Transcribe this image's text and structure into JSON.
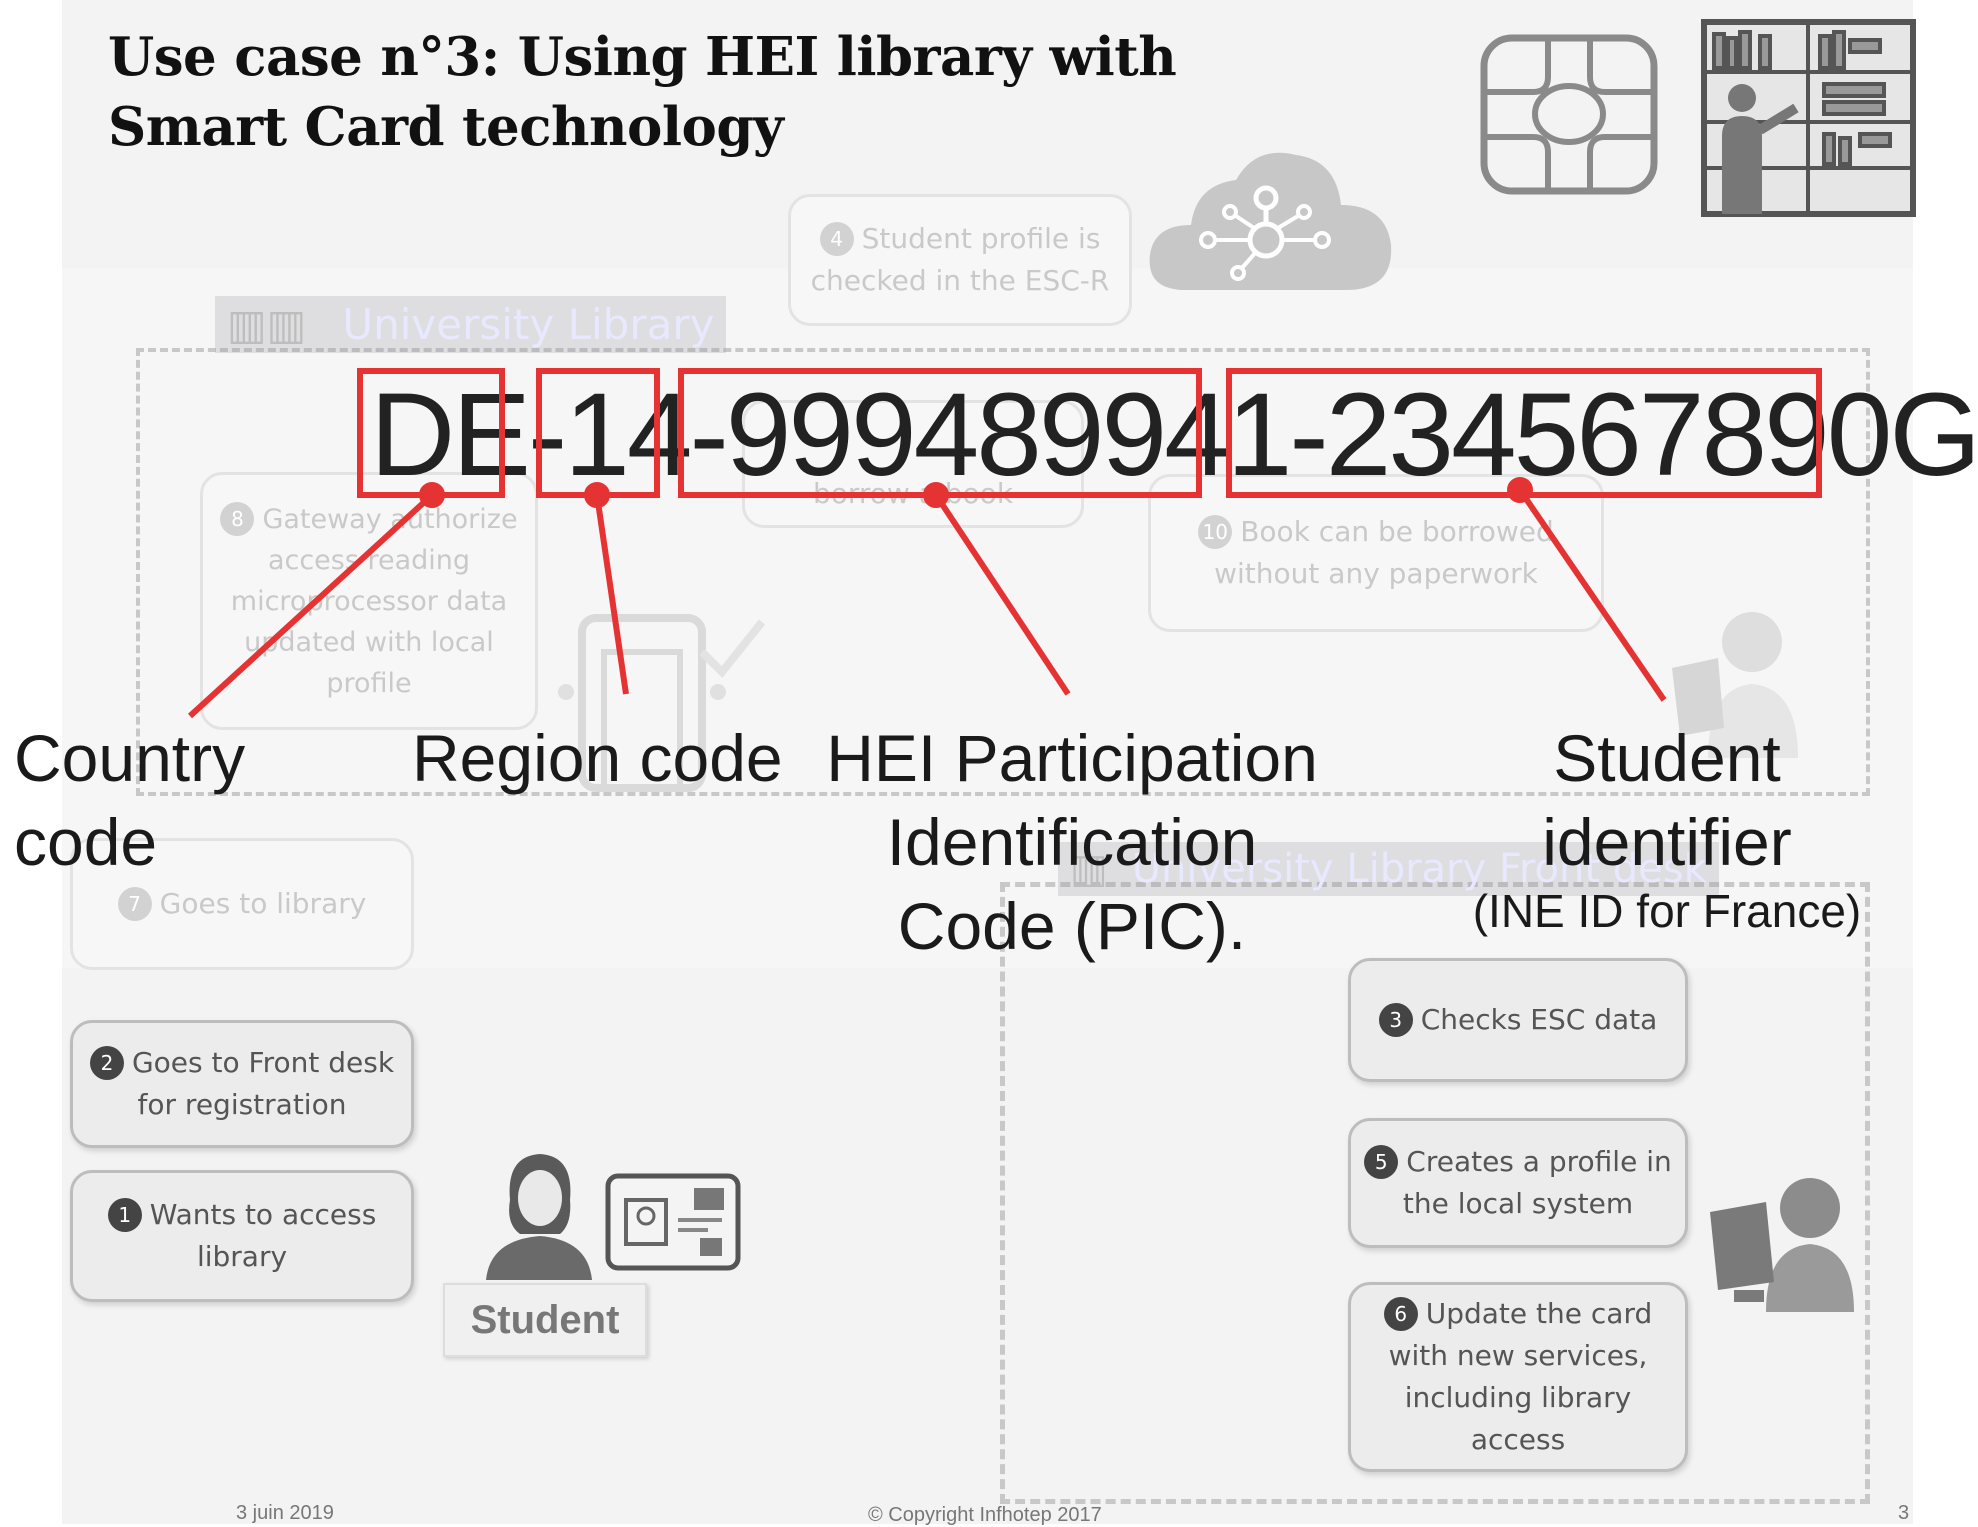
{
  "title": {
    "line1": "Use case n°3: Using HEI library with",
    "line2": "Smart Card technology"
  },
  "areas": {
    "university_library": "University Library",
    "front_desk": "University Library Front desk"
  },
  "steps": {
    "s1": {
      "num": "1",
      "text": "Wants to access library"
    },
    "s2": {
      "num": "2",
      "text": "Goes to Front desk for registration"
    },
    "s3": {
      "num": "3",
      "text": "Checks  ESC data"
    },
    "s4": {
      "num": "4",
      "text": "Student profile is checked in the ESC-R"
    },
    "s5": {
      "num": "5",
      "text": "Creates  a profile in the local system"
    },
    "s6": {
      "num": "6",
      "text": "Update the card with new services, including library access"
    },
    "s7": {
      "num": "7",
      "text": "Goes to library"
    },
    "s8": {
      "num": "8",
      "text": "Gateway authorize access reading microprocessor data updated with local profile"
    },
    "s9": {
      "text": "borrow a book"
    },
    "s10": {
      "num": "10",
      "text": "Book can be borrowed without any paperwork"
    }
  },
  "student_label": "Student",
  "identifier": {
    "country": "DE",
    "sep1": "-",
    "region": "14",
    "sep2": "-",
    "pic": "999489941",
    "sep3": "-",
    "student": "234567890G"
  },
  "annotations": {
    "country": {
      "line1": "Country",
      "line2": "code"
    },
    "region": "Region code",
    "pic": {
      "line1": "HEI Participation",
      "line2": "Identification",
      "line3": "Code (PIC)."
    },
    "student": {
      "line1": "Student",
      "line2": "identifier",
      "line3": "(INE ID for France)"
    }
  },
  "footer": {
    "date": "3 juin 2019",
    "copyright": "© Copyright Infhotep 2017",
    "page": "3"
  },
  "icons": [
    "smart-card-chip-icon",
    "library-shelves-icon",
    "cloud-network-icon",
    "gate-icon",
    "student-icon",
    "id-card-icon",
    "clerk-computer-icon",
    "library-icon"
  ],
  "colors": {
    "highlight_red": "#e53333",
    "title": "#111111"
  }
}
